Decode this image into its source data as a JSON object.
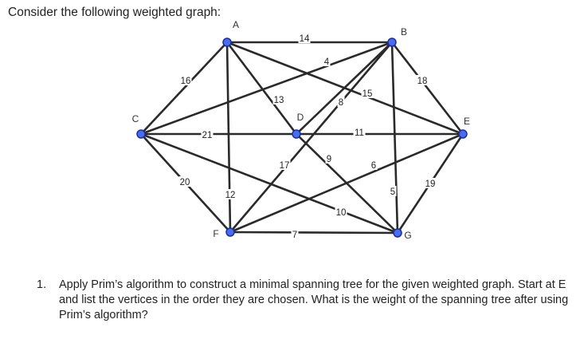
{
  "intro": "Consider the following weighted graph:",
  "graph": {
    "vertices": [
      {
        "id": "A",
        "label": "A"
      },
      {
        "id": "B",
        "label": "B"
      },
      {
        "id": "C",
        "label": "C"
      },
      {
        "id": "D",
        "label": "D"
      },
      {
        "id": "E",
        "label": "E"
      },
      {
        "id": "F",
        "label": "F"
      },
      {
        "id": "G",
        "label": "G"
      }
    ],
    "edges": [
      {
        "from": "A",
        "to": "B",
        "weight": "14"
      },
      {
        "from": "A",
        "to": "C",
        "weight": "16"
      },
      {
        "from": "A",
        "to": "F",
        "weight": "12"
      },
      {
        "from": "A",
        "to": "D",
        "weight": "13"
      },
      {
        "from": "A",
        "to": "E",
        "weight": "15"
      },
      {
        "from": "B",
        "to": "E",
        "weight": "18"
      },
      {
        "from": "B",
        "to": "G",
        "weight": "5"
      },
      {
        "from": "B",
        "to": "C",
        "weight": "4"
      },
      {
        "from": "B",
        "to": "D",
        "weight": "8"
      },
      {
        "from": "B",
        "to": "F",
        "weight": "17"
      },
      {
        "from": "C",
        "to": "D",
        "weight": "21"
      },
      {
        "from": "C",
        "to": "F",
        "weight": "20"
      },
      {
        "from": "C",
        "to": "G",
        "weight": "10"
      },
      {
        "from": "D",
        "to": "E",
        "weight": "11"
      },
      {
        "from": "D",
        "to": "G",
        "weight": "9"
      },
      {
        "from": "E",
        "to": "G",
        "weight": "19"
      },
      {
        "from": "E",
        "to": "F",
        "weight": "6"
      },
      {
        "from": "F",
        "to": "G",
        "weight": "7"
      }
    ]
  },
  "question": {
    "number": "1.",
    "text": "Apply Prim’s algorithm to construct a minimal spanning tree for the given weighted graph. Start at E and list the vertices in the order they are chosen. What is the weight of the spanning tree after using Prim’s algorithm?"
  }
}
